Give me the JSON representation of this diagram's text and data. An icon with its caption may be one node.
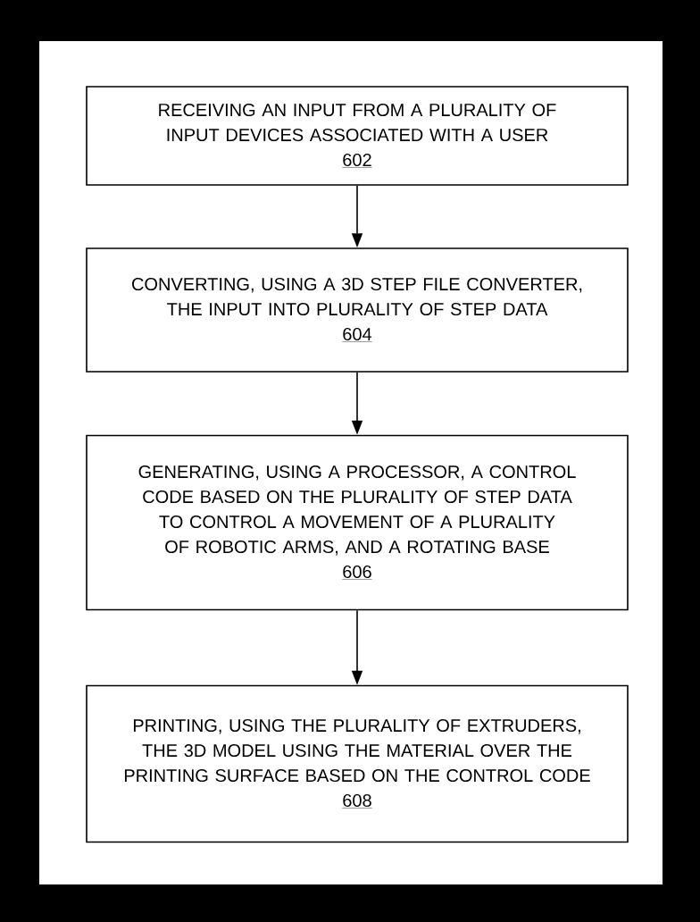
{
  "diagram": {
    "nodes": [
      {
        "text": [
          "RECEIVING AN INPUT FROM A PLURALITY OF INPUT DEVICES ASSOCIATED WITH A USER",
          "602"
        ]
      },
      {
        "text": [
          "CONVERTING, USING A 3D STEP FILE CONVERTER, THE INPUT INTO PLURALITY OF STEP DATA",
          "604"
        ]
      },
      {
        "text": [
          "GENERATING, USING A PROCESSOR, A CONTROL CODE BASED ON THE PLURALITY OF STEP DATA TO CONTROL A MOVEMENT OF A PLURALITY OF ROBOTIC ARMS, AND A ROTATING BASE",
          "606"
        ]
      },
      {
        "text": [
          "PRINTING, USING THE PLURALITY OF EXTRUDERS, THE 3D MODEL USING THE MATERIAL OVER THE PRINTING SURFACE BASED ON THE CONTROL CODE",
          "608"
        ]
      }
    ],
    "edges": [
      {
        "from": 0,
        "to": 1,
        "arrow": "to"
      },
      {
        "from": 1,
        "to": 2,
        "arrow": "to"
      },
      {
        "from": 2,
        "to": 3,
        "arrow": "to"
      }
    ]
  }
}
